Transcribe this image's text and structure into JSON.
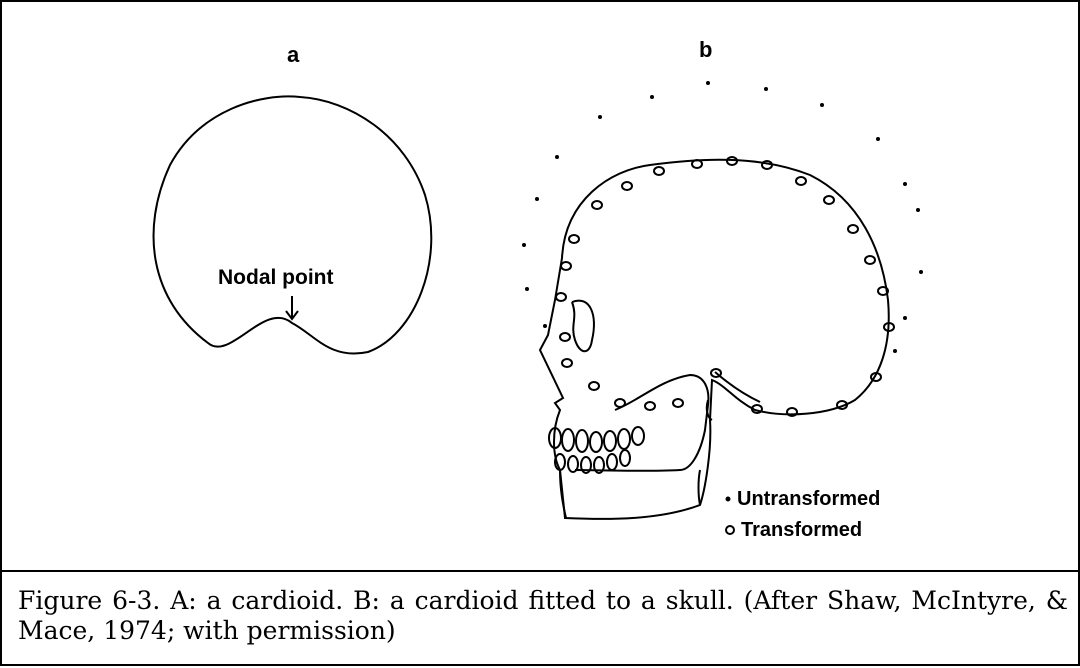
{
  "figure": {
    "panel_a_label": "a",
    "panel_b_label": "b",
    "nodal_point_label": "Nodal point",
    "legend": {
      "untransformed_label": "Untransformed",
      "transformed_label": "Transformed"
    },
    "caption": "Figure 6-3. A: a cardioid. B: a cardioid fitted to a skull. (After Shaw, McIntyre, & Mace, 1974; with permission)"
  },
  "colors": {
    "ink": "#000000",
    "background": "#ffffff"
  }
}
